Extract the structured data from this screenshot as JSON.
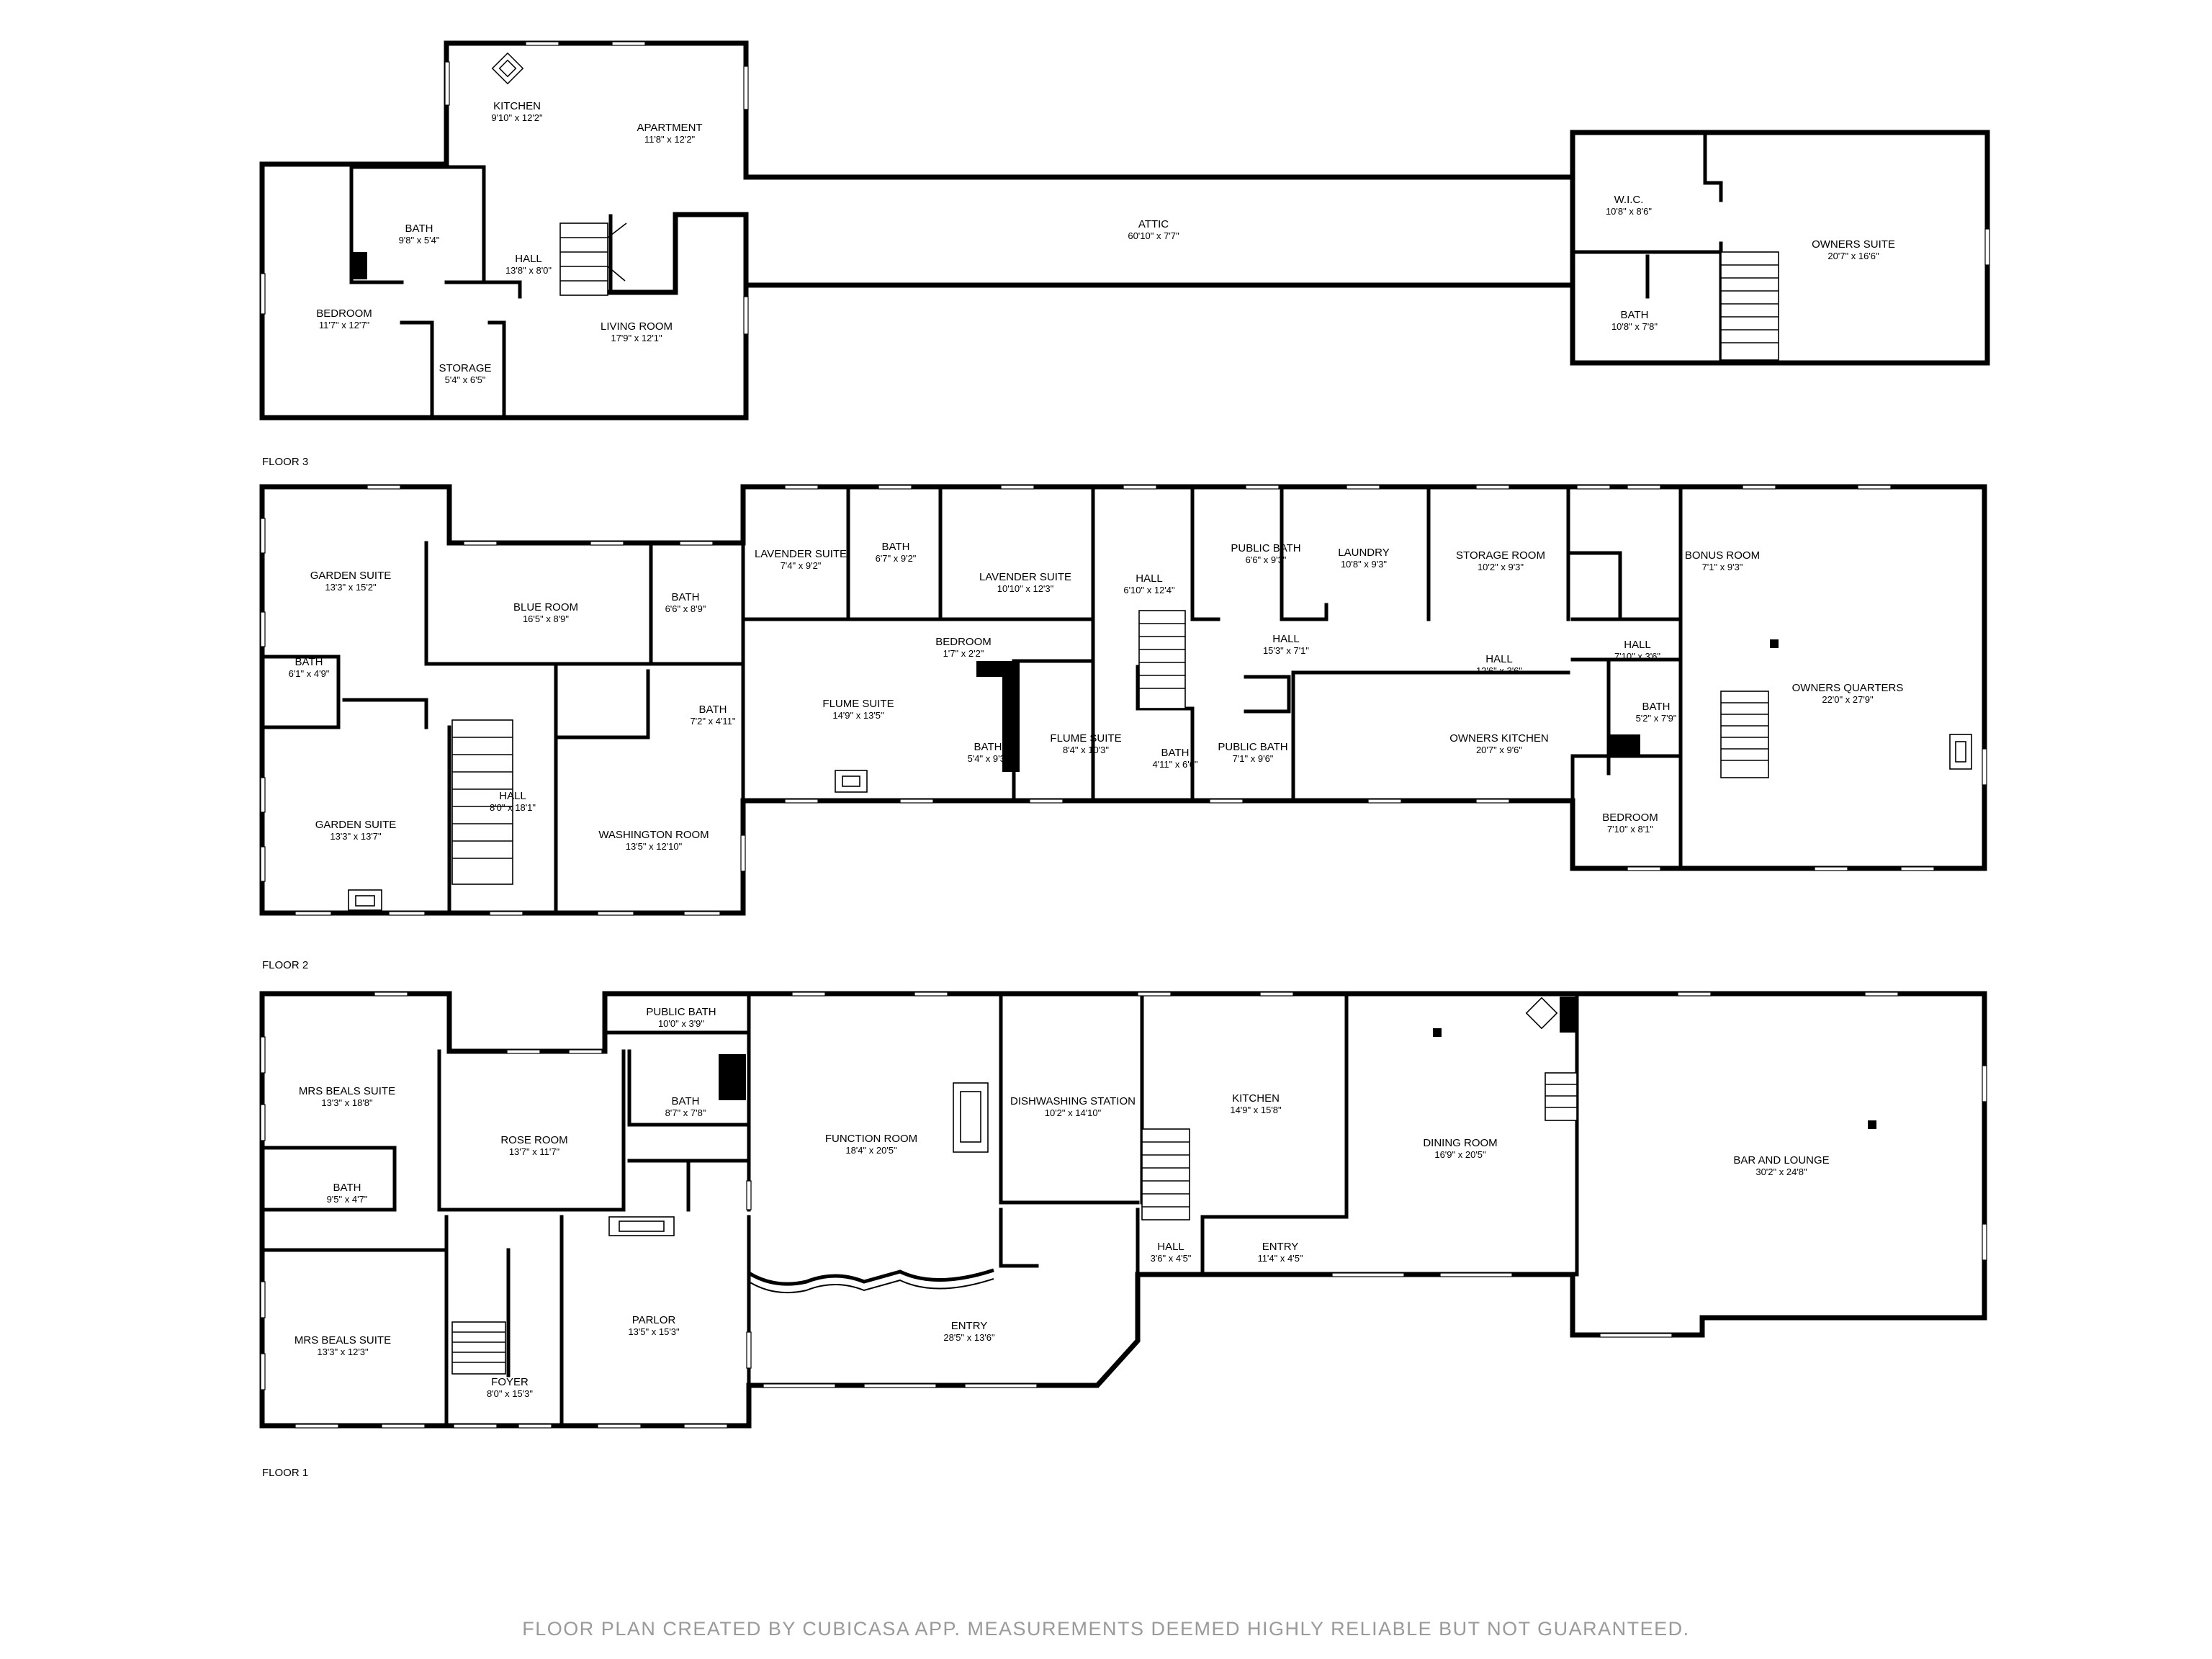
{
  "floors": [
    {
      "label": "FLOOR 3",
      "rooms": [
        {
          "name": "KITCHEN",
          "dims": "9'10\" x 12'2\""
        },
        {
          "name": "APARTMENT",
          "dims": "11'8\" x 12'2\""
        },
        {
          "name": "BATH",
          "dims": "9'8\" x 5'4\""
        },
        {
          "name": "HALL",
          "dims": "13'8\" x 8'0\""
        },
        {
          "name": "BEDROOM",
          "dims": "11'7\" x 12'7\""
        },
        {
          "name": "LIVING ROOM",
          "dims": "17'9\" x 12'1\""
        },
        {
          "name": "STORAGE",
          "dims": "5'4\" x 6'5\""
        },
        {
          "name": "ATTIC",
          "dims": "60'10\" x 7'7\""
        },
        {
          "name": "W.I.C.",
          "dims": "10'8\" x 8'6\""
        },
        {
          "name": "OWNERS SUITE",
          "dims": "20'7\" x 16'6\""
        },
        {
          "name": "BATH",
          "dims": "10'8\" x 7'8\""
        }
      ]
    },
    {
      "label": "FLOOR 2",
      "rooms": [
        {
          "name": "GARDEN SUITE",
          "dims": "13'3\" x 15'2\""
        },
        {
          "name": "BLUE ROOM",
          "dims": "16'5\" x 8'9\""
        },
        {
          "name": "BATH",
          "dims": "6'6\" x 8'9\""
        },
        {
          "name": "BATH",
          "dims": "6'1\" x 4'9\""
        },
        {
          "name": "GARDEN SUITE",
          "dims": "13'3\" x 13'7\""
        },
        {
          "name": "HALL",
          "dims": "8'0\" x 18'1\""
        },
        {
          "name": "BATH",
          "dims": "7'2\" x 4'11\""
        },
        {
          "name": "WASHINGTON ROOM",
          "dims": "13'5\" x 12'10\""
        },
        {
          "name": "LAVENDER SUITE",
          "dims": "7'4\" x 9'2\""
        },
        {
          "name": "BATH",
          "dims": "6'7\" x 9'2\""
        },
        {
          "name": "LAVENDER SUITE",
          "dims": "10'10\" x 12'3\""
        },
        {
          "name": "BEDROOM",
          "dims": "1'7\" x 2'2\""
        },
        {
          "name": "FLUME SUITE",
          "dims": "14'9\" x 13'5\""
        },
        {
          "name": "BATH",
          "dims": "5'4\" x 9'3\""
        },
        {
          "name": "FLUME SUITE",
          "dims": "8'4\" x 10'3\""
        },
        {
          "name": "HALL",
          "dims": "6'10\" x 12'4\""
        },
        {
          "name": "BATH",
          "dims": "4'11\" x 6'6\""
        },
        {
          "name": "PUBLIC BATH",
          "dims": "6'6\" x 9'3\""
        },
        {
          "name": "PUBLIC BATH",
          "dims": "7'1\" x 9'6\""
        },
        {
          "name": "HALL",
          "dims": "15'3\" x 7'1\""
        },
        {
          "name": "LAUNDRY",
          "dims": "10'8\" x 9'3\""
        },
        {
          "name": "STORAGE ROOM",
          "dims": "10'2\" x 9'3\""
        },
        {
          "name": "HALL",
          "dims": "12'6\" x 3'6\""
        },
        {
          "name": "OWNERS KITCHEN",
          "dims": "20'7\" x 9'6\""
        },
        {
          "name": "BONUS ROOM",
          "dims": "7'1\" x 9'3\""
        },
        {
          "name": "HALL",
          "dims": "7'10\" x 3'6\""
        },
        {
          "name": "BATH",
          "dims": "5'2\" x 7'9\""
        },
        {
          "name": "BEDROOM",
          "dims": "7'10\" x 8'1\""
        },
        {
          "name": "OWNERS QUARTERS",
          "dims": "22'0\" x 27'9\""
        }
      ]
    },
    {
      "label": "FLOOR 1",
      "rooms": [
        {
          "name": "MRS BEALS SUITE",
          "dims": "13'3\" x 18'8\""
        },
        {
          "name": "BATH",
          "dims": "9'5\" x 4'7\""
        },
        {
          "name": "MRS BEALS SUITE",
          "dims": "13'3\" x 12'3\""
        },
        {
          "name": "ROSE ROOM",
          "dims": "13'7\" x 11'7\""
        },
        {
          "name": "PUBLIC BATH",
          "dims": "10'0\" x 3'9\""
        },
        {
          "name": "BATH",
          "dims": "8'7\" x 7'8\""
        },
        {
          "name": "FOYER",
          "dims": "8'0\" x 15'3\""
        },
        {
          "name": "PARLOR",
          "dims": "13'5\" x 15'3\""
        },
        {
          "name": "FUNCTION ROOM",
          "dims": "18'4\" x 20'5\""
        },
        {
          "name": "ENTRY",
          "dims": "28'5\" x 13'6\""
        },
        {
          "name": "DISHWASHING STATION",
          "dims": "10'2\" x 14'10\""
        },
        {
          "name": "KITCHEN",
          "dims": "14'9\" x 15'8\""
        },
        {
          "name": "HALL",
          "dims": "3'6\" x 4'5\""
        },
        {
          "name": "ENTRY",
          "dims": "11'4\" x 4'5\""
        },
        {
          "name": "DINING ROOM",
          "dims": "16'9\" x 20'5\""
        },
        {
          "name": "BAR AND LOUNGE",
          "dims": "30'2\" x 24'8\""
        }
      ]
    }
  ],
  "footer": "FLOOR PLAN CREATED BY CUBICASA APP. MEASUREMENTS DEEMED HIGHLY RELIABLE BUT NOT GUARANTEED."
}
